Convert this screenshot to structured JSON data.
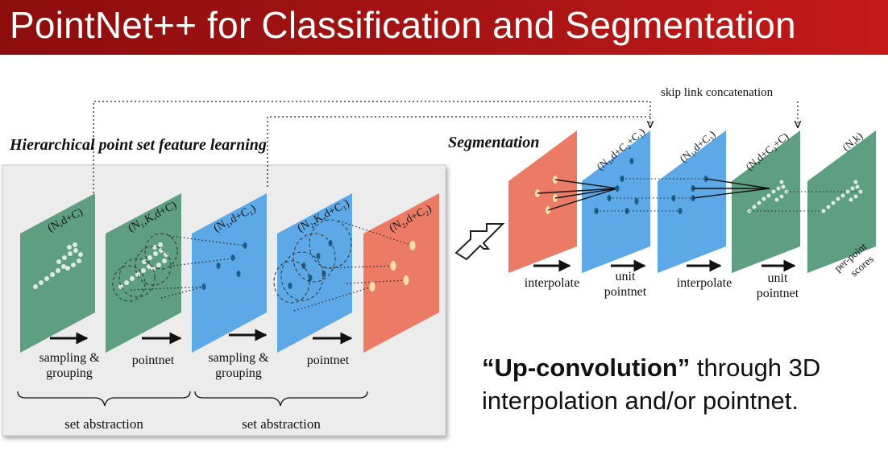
{
  "slide": {
    "title": "PointNet++ for Classification and Segmentation"
  },
  "diagram": {
    "hierarchical_heading": "Hierarchical point set feature learning",
    "segmentation_heading": "Segmentation",
    "skip_link_label": "skip link concatenation",
    "left_layers": [
      {
        "label": "(N,d+C)"
      },
      {
        "label": "(N₁,K,d+C)"
      },
      {
        "label": "(N₁,d+C₁)"
      },
      {
        "label": "(N₂,K,d+C₁)"
      },
      {
        "label": "(N₂,d+C₂)"
      }
    ],
    "left_ops": [
      {
        "line1": "sampling &",
        "line2": "grouping"
      },
      {
        "line1": "pointnet",
        "line2": ""
      },
      {
        "line1": "sampling &",
        "line2": "grouping"
      },
      {
        "line1": "pointnet",
        "line2": ""
      }
    ],
    "set_abstraction": [
      "set abstraction",
      "set abstraction"
    ],
    "right_layers": [
      {
        "label": ""
      },
      {
        "label": "(N₁,d+C₂+C₁)"
      },
      {
        "label": "(N₁,d+C₃)"
      },
      {
        "label": "(N,d+C₃+C)"
      },
      {
        "label": "(N,k)"
      }
    ],
    "right_ops": [
      {
        "line1": "interpolate",
        "line2": ""
      },
      {
        "line1": "unit",
        "line2": "pointnet"
      },
      {
        "line1": "interpolate",
        "line2": ""
      },
      {
        "line1": "unit",
        "line2": "pointnet"
      }
    ],
    "scores_label": [
      "per-point",
      "scores"
    ]
  },
  "caption": {
    "bold_part": "“Up-convolution”",
    "line1_rest": " through 3D",
    "line2": "interpolation and/or pointnet."
  },
  "colors": {
    "title_red": "#a81414",
    "green": "#5d9f80",
    "blue": "#5da8e6",
    "red": "#ec7b66",
    "panel_gray": "#ececec"
  }
}
